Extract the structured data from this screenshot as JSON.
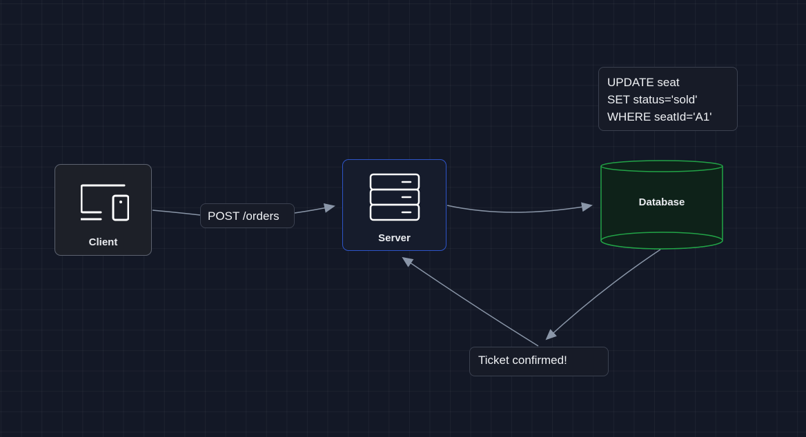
{
  "diagram": {
    "nodes": {
      "client": {
        "label": "Client",
        "icon": "devices-icon",
        "border_color": "#5d6370"
      },
      "server": {
        "label": "Server",
        "icon": "server-icon",
        "border_color": "#2e55c9"
      },
      "database": {
        "label": "Database",
        "shape": "cylinder",
        "border_color": "#22a447",
        "fill_color": "#0e2219"
      }
    },
    "edges": [
      {
        "from": "client",
        "to": "server",
        "label": "POST /orders"
      },
      {
        "from": "server",
        "to": "database",
        "label": ""
      },
      {
        "from": "database",
        "to": "ticket-note",
        "label": ""
      },
      {
        "from": "ticket-note",
        "to": "server",
        "label": ""
      }
    ],
    "notes": {
      "sql": {
        "lines": [
          "UPDATE seat",
          "SET status='sold'",
          "WHERE seatId='A1'"
        ]
      },
      "ticket": {
        "text": "Ticket confirmed!"
      }
    },
    "colors": {
      "background": "#131826",
      "edge": "#8a96a8"
    }
  }
}
